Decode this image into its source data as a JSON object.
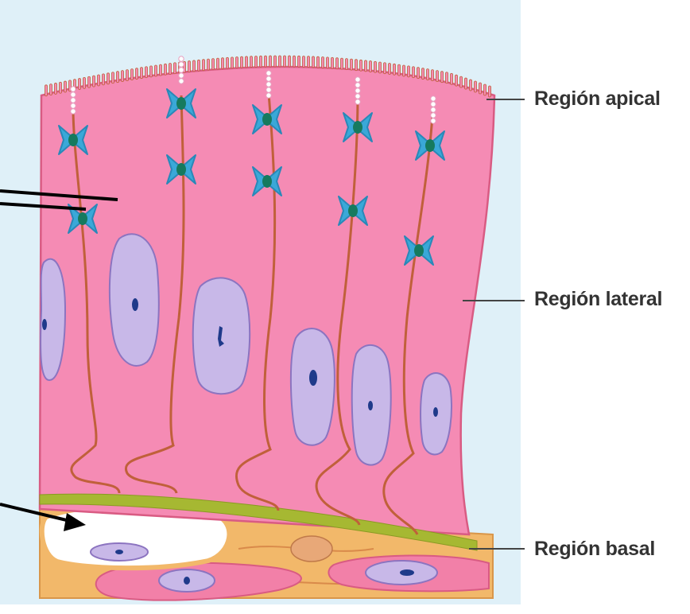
{
  "labels": {
    "apical": "Región apical",
    "lateral": "Región lateral",
    "basal": "Región basal"
  },
  "colors": {
    "background_tint": "#dff0f8",
    "cell_pink": "#f58bb4",
    "cell_border": "#d95b83",
    "membrane": "#c0603a",
    "nucleus_fill": "#c8b8e8",
    "nucleus_border": "#8c74c0",
    "chromatin": "#1f3a8a",
    "desmosome": "#3aa8d8",
    "desmosome_core": "#167a5e",
    "basal_lamina": "#a6b832",
    "connective_tissue": "#f2b86a",
    "leader_line": "#444444"
  }
}
